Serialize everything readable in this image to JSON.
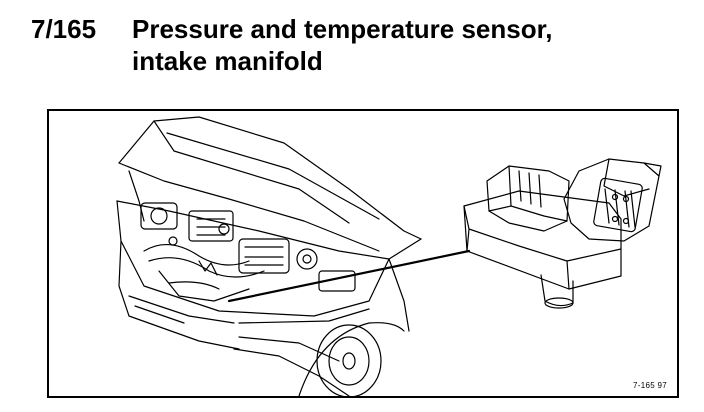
{
  "heading": {
    "number": "7/165",
    "title_line1": "Pressure and temperature sensor,",
    "title_line2": "intake manifold"
  },
  "figure": {
    "code": "7-165  97"
  }
}
